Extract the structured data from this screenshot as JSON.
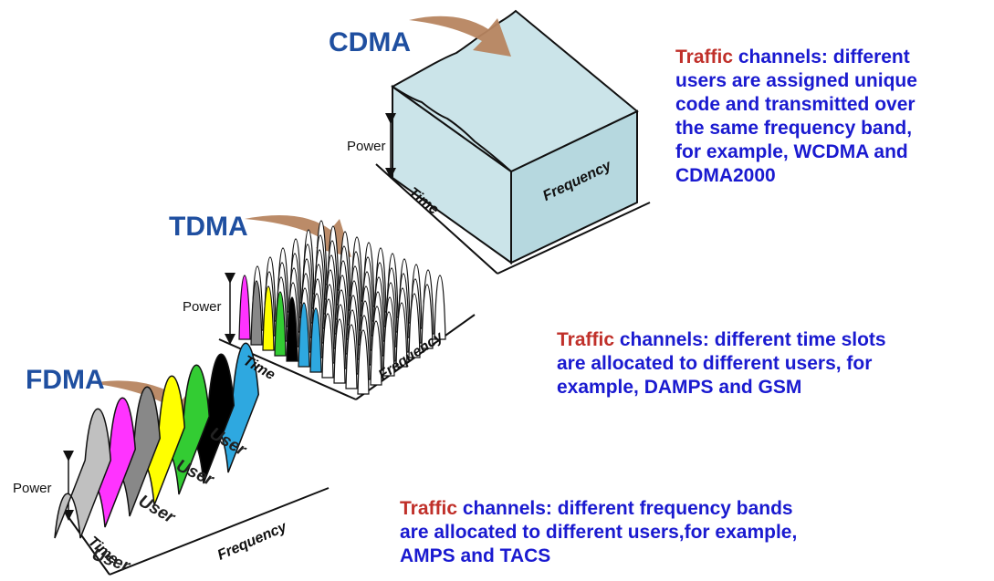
{
  "colors": {
    "title_blue": "#1f4fa0",
    "desc_blue": "#1a1ad0",
    "keyword_red": "#c0302a",
    "cdma_block": "#cbe4e9",
    "arrow_brown": "#b78560",
    "slot_colors": [
      "#2ea8e0",
      "#000000",
      "#33cc33",
      "#ffff00",
      "#888888",
      "#ff33ff",
      "#c0c0c0"
    ]
  },
  "cdma": {
    "title": "CDMA",
    "power_label": "Power",
    "time_label": "Time",
    "frequency_label": "Frequency",
    "desc_keyword": "Traffic",
    "desc_lines": [
      "channels: different",
      "users are assigned unique",
      "code and transmitted over",
      "the same frequency band,",
      "for example, WCDMA and",
      "CDMA2000"
    ]
  },
  "tdma": {
    "title": "TDMA",
    "power_label": "Power",
    "time_label": "Time",
    "frequency_label": "Frequency",
    "desc_keyword": "Traffic",
    "desc_lines": [
      "channels: different time slots",
      "are allocated to different users, for",
      "example, DAMPS and GSM"
    ]
  },
  "fdma": {
    "title": "FDMA",
    "power_label": "Power",
    "time_label": "Time",
    "frequency_label": "Frequency",
    "user_labels": [
      "User",
      "User",
      "User",
      "User"
    ],
    "desc_keyword": "Traffic",
    "desc_lines": [
      "channels: different frequency bands",
      "are allocated to different users,for example,",
      "AMPS and TACS"
    ]
  }
}
